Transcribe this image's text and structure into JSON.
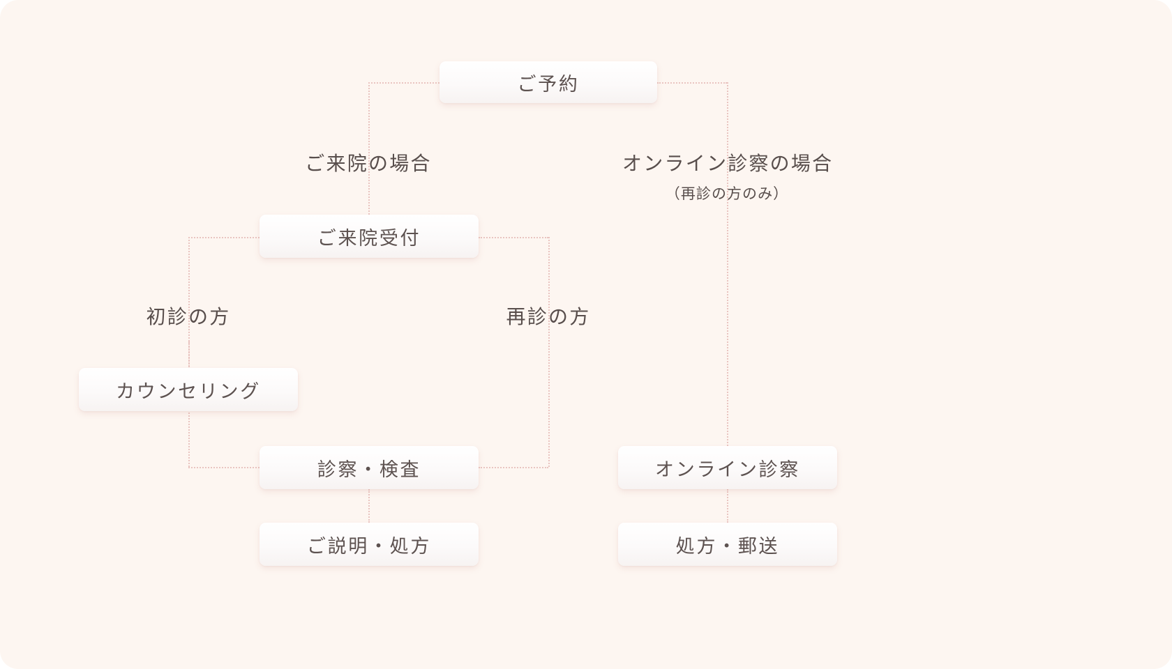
{
  "diagram": {
    "title_text": "",
    "background_color": "#fdf6f1",
    "connector_color": "#e9c4c0",
    "node_text_color": "#5d5250",
    "caption_text_color": "#584e4c"
  },
  "nodes": [
    {
      "id": "reservation",
      "label": "ご予約"
    },
    {
      "id": "clinic-reception",
      "label": "ご来院受付"
    },
    {
      "id": "counseling",
      "label": "カウンセリング"
    },
    {
      "id": "exam-test",
      "label": "診察・検査"
    },
    {
      "id": "explain-prescribe",
      "label": "ご説明・処方"
    },
    {
      "id": "online-consult",
      "label": "オンライン診察"
    },
    {
      "id": "prescribe-mail",
      "label": "処方・郵送"
    }
  ],
  "captions": [
    {
      "id": "in-person",
      "label": "ご来院の場合",
      "sub": ""
    },
    {
      "id": "online",
      "label": "オンライン診察の場合",
      "sub": "（再診の方のみ）"
    },
    {
      "id": "first-visit",
      "label": "初診の方",
      "sub": ""
    },
    {
      "id": "return-visit",
      "label": "再診の方",
      "sub": ""
    }
  ]
}
